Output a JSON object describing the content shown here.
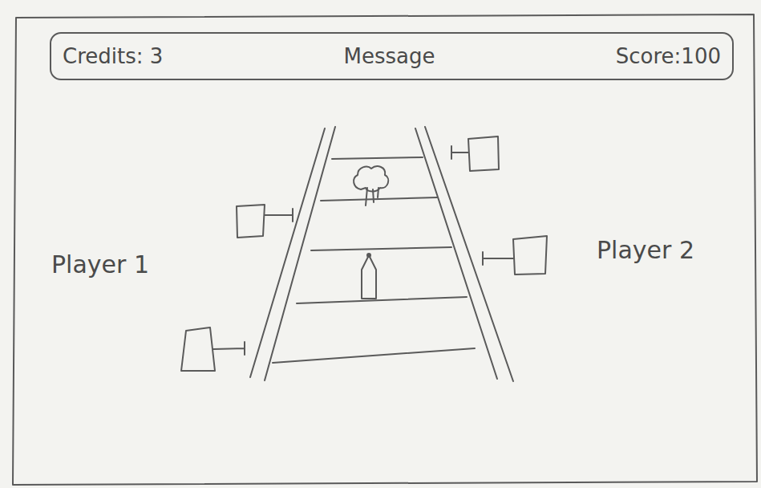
{
  "diagram": {
    "nodes": [
      {
        "text": [
          "Credits: 3",
          "Message",
          "Score:100"
        ]
      }
    ],
    "labels": [
      "Player 1",
      "Player 2"
    ]
  }
}
